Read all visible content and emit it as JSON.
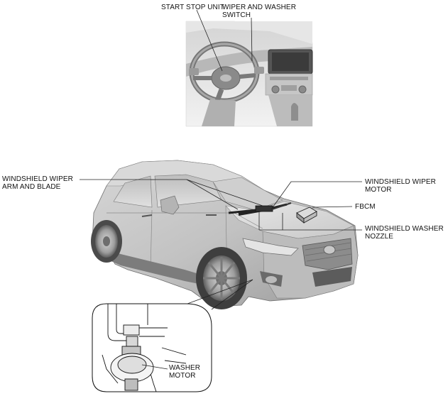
{
  "labels": {
    "start_stop_unit": [
      "START STOP UNIT"
    ],
    "wiper_washer_switch": [
      "WIPER AND WASHER",
      "SWITCH"
    ],
    "wiper_arm_blade": [
      "WINDSHIELD WIPER",
      "ARM AND BLADE"
    ],
    "wiper_motor": [
      "WINDSHIELD WIPER",
      "MOTOR"
    ],
    "fbcm": [
      "FBCM"
    ],
    "washer_nozzle": [
      "WINDSHIELD WASHER",
      "NOZZLE"
    ],
    "washer_motor": [
      "WASHER",
      "MOTOR"
    ]
  }
}
